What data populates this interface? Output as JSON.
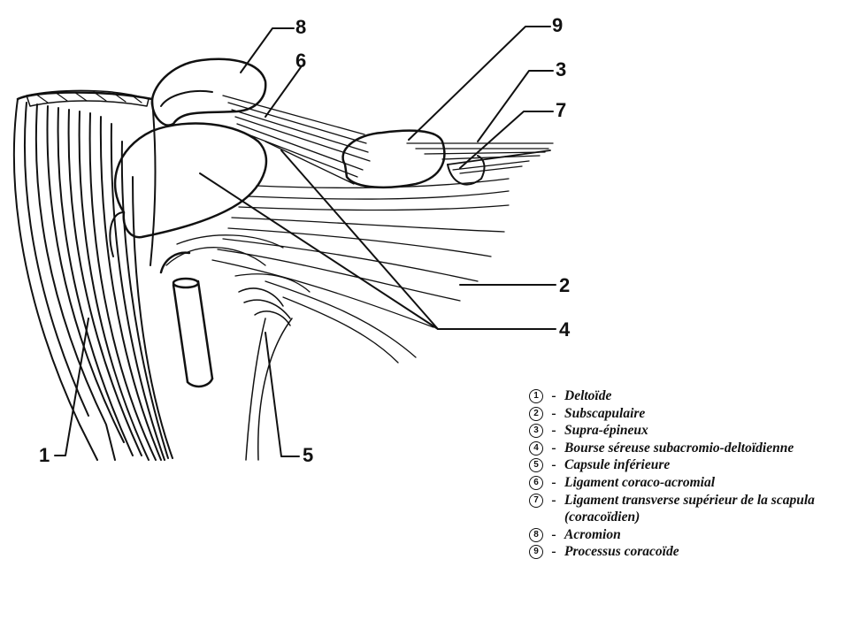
{
  "figure": {
    "callouts": [
      "1",
      "2",
      "3",
      "4",
      "5",
      "6",
      "7",
      "8",
      "9"
    ]
  },
  "legend": {
    "items": [
      {
        "num": "1",
        "text": "Deltoïde"
      },
      {
        "num": "2",
        "text": "Subscapulaire"
      },
      {
        "num": "3",
        "text": "Supra-épineux"
      },
      {
        "num": "4",
        "text": "Bourse séreuse subacromio-deltoïdienne"
      },
      {
        "num": "5",
        "text": "Capsule inférieure"
      },
      {
        "num": "6",
        "text": "Ligament coraco-acromial"
      },
      {
        "num": "7",
        "text": "Ligament transverse supérieur de la scapula (coracoïdien)"
      },
      {
        "num": "8",
        "text": "Acromion"
      },
      {
        "num": "9",
        "text": "Processus coracoïde"
      }
    ]
  }
}
